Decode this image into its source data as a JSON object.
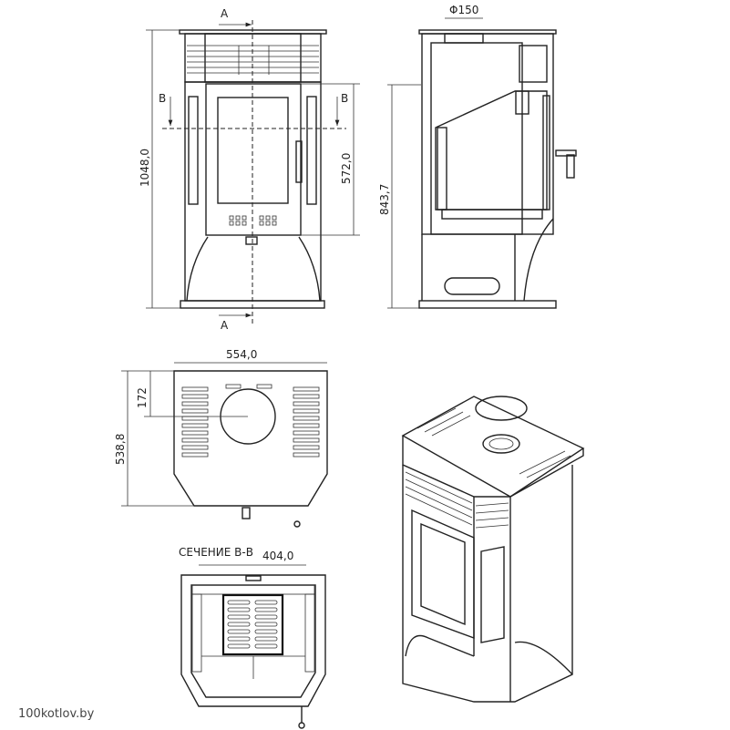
{
  "front_view": {
    "section_a_label_top": "A",
    "section_a_label_bottom": "A",
    "section_b_label_left": "B",
    "section_b_label_right": "B",
    "height_dim": "1048,0",
    "door_height_dim": "572,0",
    "firebox_height_dim": "843,7"
  },
  "side_view": {
    "flue_dim": "Φ150"
  },
  "top_view": {
    "width_dim": "554,0",
    "flue_offset_dim": "172",
    "depth_dim": "538,8"
  },
  "section_view": {
    "title": "СЕЧЕНИЕ В-В",
    "width_dim": "404,0"
  },
  "watermark": "100kotlov.by"
}
